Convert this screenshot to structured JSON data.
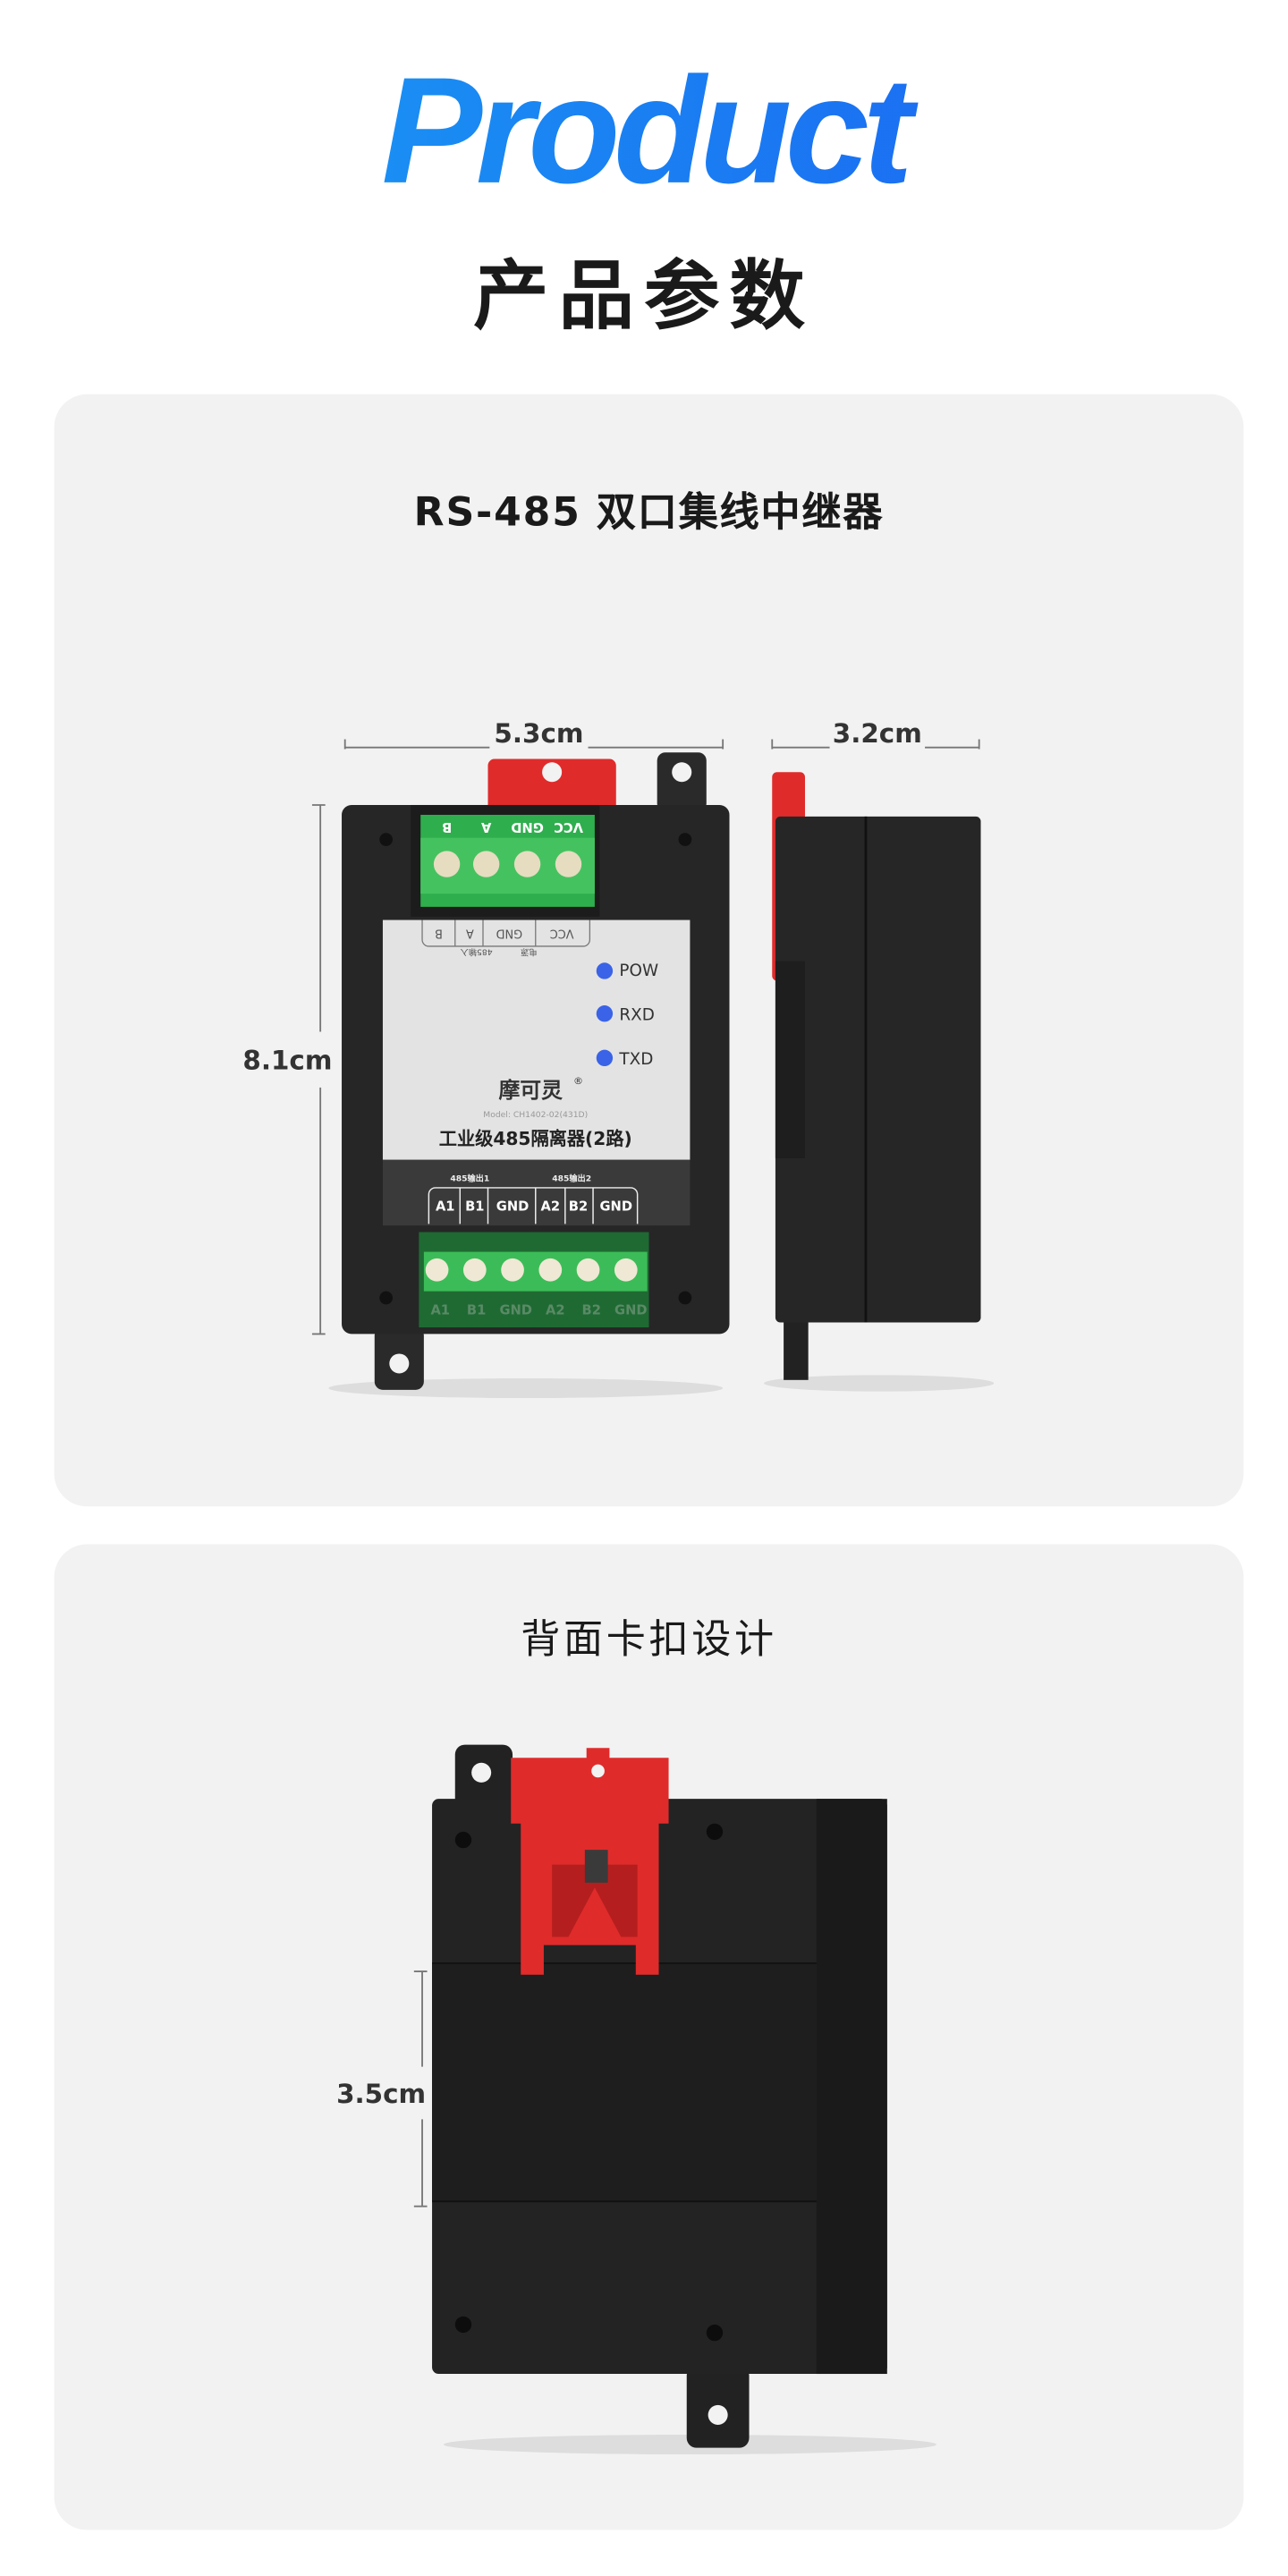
{
  "header": {
    "title": "Product",
    "subtitle": "产品参数"
  },
  "card1": {
    "title": "RS-485 双口集线中继器",
    "dimensions": {
      "width": "5.3cm",
      "depth": "3.2cm",
      "height": "8.1cm"
    },
    "device": {
      "top_terminals": [
        "B",
        "A",
        "GND",
        "VCC"
      ],
      "top_group_labels": [
        "485输入",
        "电源"
      ],
      "leds": [
        "POW",
        "RXD",
        "TXD"
      ],
      "brand": "摩可灵",
      "registered": "®",
      "model": "Model: CH1402-02(431D)",
      "product_name": "工业级485隔离器(2路)",
      "output_groups": [
        "485输出1",
        "485输出2"
      ],
      "bottom_terminals": [
        "A1",
        "B1",
        "GND",
        "A2",
        "B2",
        "GND"
      ]
    }
  },
  "card2": {
    "title": "背面卡扣设计",
    "dimensions": {
      "clip_height": "3.5cm"
    }
  },
  "colors": {
    "accent": "#1b6cf2",
    "terminal_green": "#2fae4e",
    "clip_red": "#e02b2b",
    "body": "#262626",
    "panel": "#e3e3e3",
    "card": "#f2f2f2"
  }
}
